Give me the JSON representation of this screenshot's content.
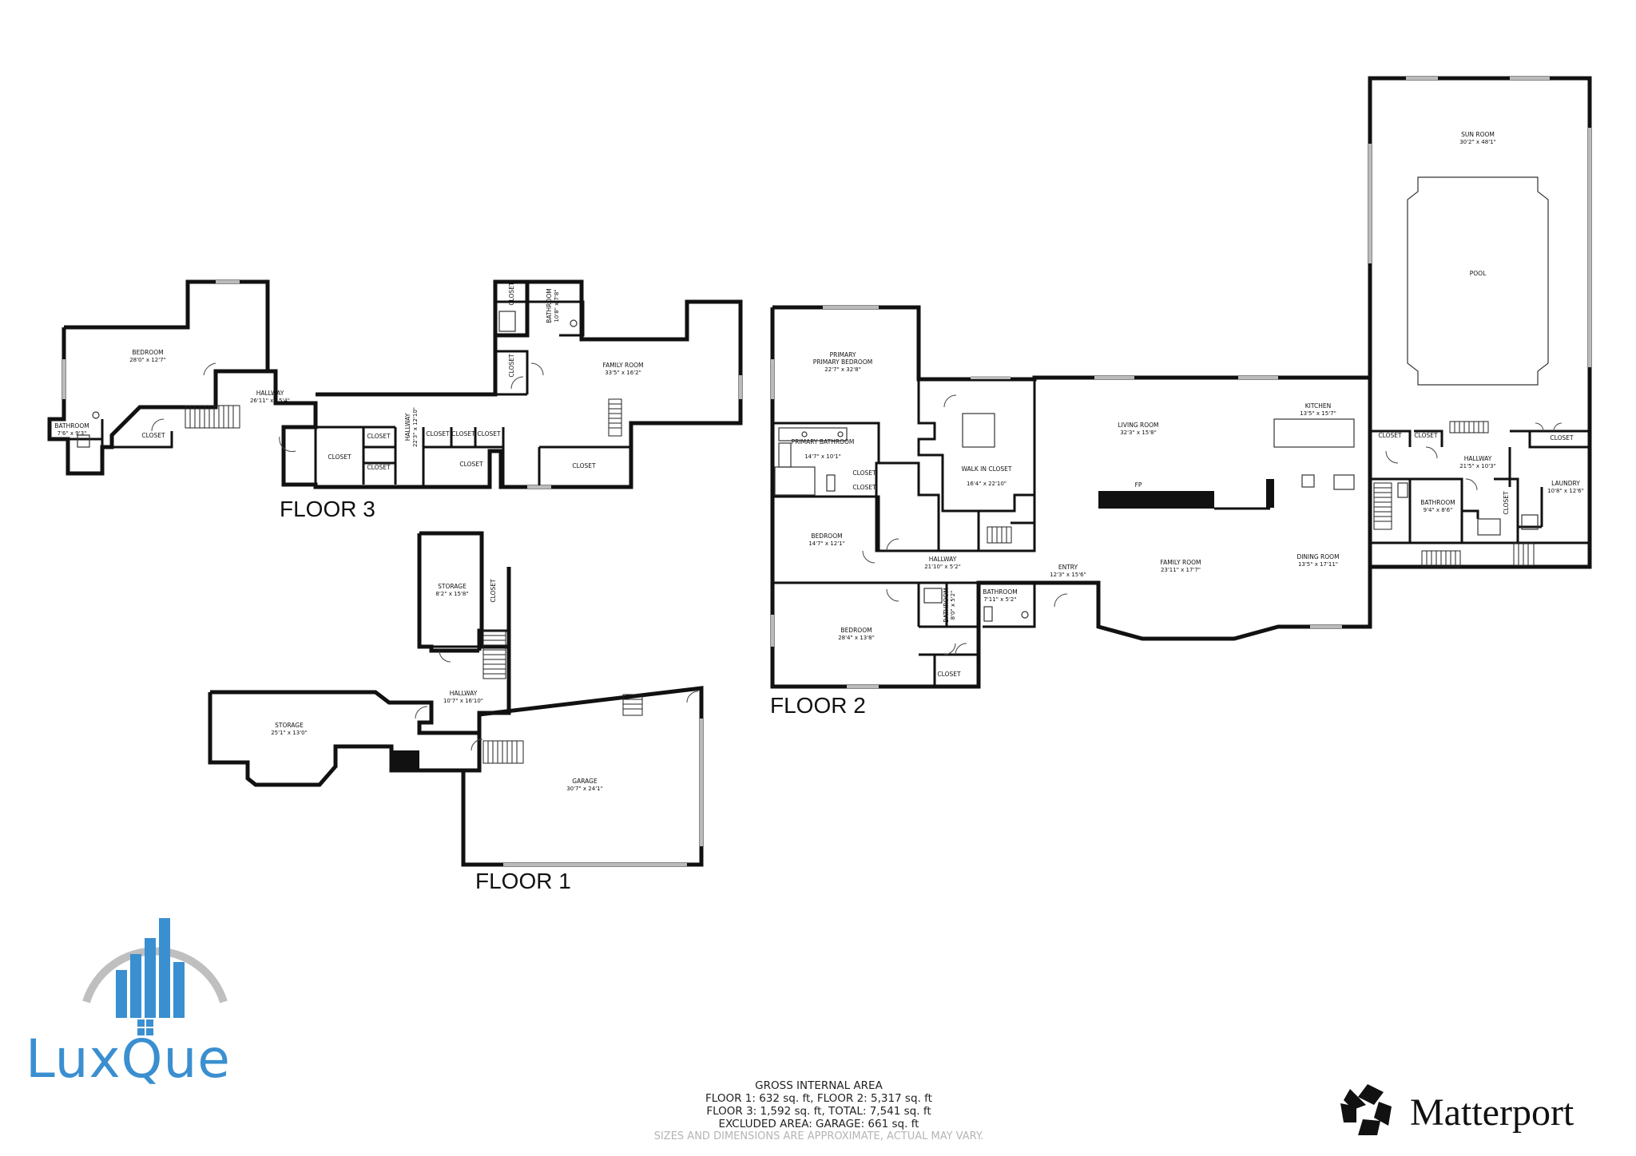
{
  "floors": [
    {
      "id": "floor3",
      "label": "FLOOR 3"
    },
    {
      "id": "floor2",
      "label": "FLOOR 2"
    },
    {
      "id": "floor1",
      "label": "FLOOR 1"
    }
  ],
  "rooms": {
    "f3_bedroom": {
      "name": "BEDROOM",
      "dim": "28'0\" x 12'7\""
    },
    "f3_bathroom": {
      "name": "BATHROOM",
      "dim": "7'6\" x 9'3\""
    },
    "f3_hallway1": {
      "name": "HALLWAY",
      "dim": "26'11\" x 15'4\""
    },
    "f3_hallway2": {
      "name": "HALLWAY",
      "dim": "22'3\" x 12'10\""
    },
    "f3_bathroom2": {
      "name": "BATHROOM",
      "dim": "10'8\" x 7'8\""
    },
    "f3_family": {
      "name": "FAMILY ROOM",
      "dim": "33'5\" x 16'2\""
    },
    "f2_primary_bed": {
      "name": "PRIMARY BEDROOM",
      "dim": "22'7\" x 32'8\""
    },
    "f2_primary_bath": {
      "name": "PRIMARY BATHROOM",
      "dim": "14'7\" x 10'1\""
    },
    "f2_walkin": {
      "name": "WALK IN CLOSET",
      "dim": "16'4\" x 22'10\""
    },
    "f2_bedroom1": {
      "name": "BEDROOM",
      "dim": "14'7\" x 12'1\""
    },
    "f2_hallway": {
      "name": "HALLWAY",
      "dim": "21'10\" x 5'2\""
    },
    "f2_bedroom2": {
      "name": "BEDROOM",
      "dim": "28'4\" x 13'8\""
    },
    "f2_bath_small": {
      "name": "BATHROOM",
      "dim": "8'0\" x 5'2\""
    },
    "f2_bath_entry": {
      "name": "BATHROOM",
      "dim": "7'11\" x 5'2\""
    },
    "f2_entry": {
      "name": "ENTRY",
      "dim": "12'3\" x 15'6\""
    },
    "f2_living": {
      "name": "LIVING ROOM",
      "dim": "32'3\" x 15'8\""
    },
    "f2_family": {
      "name": "FAMILY ROOM",
      "dim": "23'11\" x 17'7\""
    },
    "f2_dining": {
      "name": "DINING ROOM",
      "dim": "13'5\" x 17'11\""
    },
    "f2_kitchen": {
      "name": "KITCHEN",
      "dim": "13'5\" x 15'7\""
    },
    "f2_sunroom": {
      "name": "SUN ROOM",
      "dim": "30'2\" x 48'1\""
    },
    "f2_hallway2": {
      "name": "HALLWAY",
      "dim": "21'5\" x 10'3\""
    },
    "f2_bathroom3": {
      "name": "BATHROOM",
      "dim": "9'4\" x 8'6\""
    },
    "f2_laundry": {
      "name": "LAUNDRY",
      "dim": "10'8\" x 12'6\""
    },
    "f1_storage1": {
      "name": "STORAGE",
      "dim": "8'2\" x 15'8\""
    },
    "f1_hallway": {
      "name": "HALLWAY",
      "dim": "10'7\" x 16'10\""
    },
    "f1_storage2": {
      "name": "STORAGE",
      "dim": "25'1\" x 13'0\""
    },
    "f1_garage": {
      "name": "GARAGE",
      "dim": "30'7\" x 24'1\""
    }
  },
  "labels": {
    "closet": "CLOSET",
    "pool": "POOL",
    "fp": "FP"
  },
  "area": {
    "title": "GROSS INTERNAL AREA",
    "line1": "FLOOR 1: 632 sq. ft, FLOOR 2: 5,317 sq. ft",
    "line2": "FLOOR 3: 1,592 sq. ft, TOTAL: 7,541 sq. ft",
    "line3": "EXCLUDED AREA: GARAGE: 661 sq. ft",
    "disclaimer": "SIZES AND DIMENSIONS ARE APPROXIMATE, ACTUAL MAY VARY."
  },
  "brand": {
    "luxque": "LuxQue",
    "matterport": "Matterport",
    "luxque_color": "#3a8fd0",
    "matterport_color": "#111111"
  }
}
